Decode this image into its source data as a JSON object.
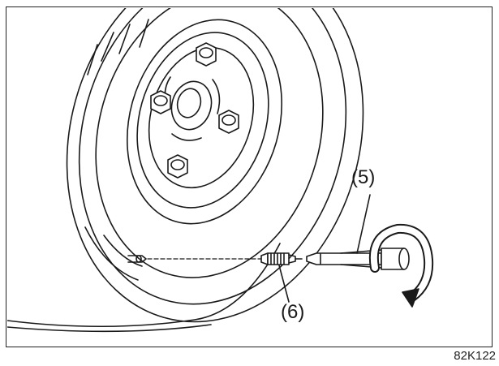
{
  "figure": {
    "callouts": [
      {
        "id": "5",
        "text": "(5)"
      },
      {
        "id": "6",
        "text": "(6)"
      }
    ],
    "figure_code": "82K122"
  },
  "icons": [
    "wheel-icon",
    "lug-nut-icon",
    "valve-core-icon",
    "valve-core-tool-icon",
    "rotation-arrow-icon"
  ],
  "colors": {
    "line": "#1a1a1a",
    "fill": "#ffffff",
    "frame": "#222222"
  }
}
